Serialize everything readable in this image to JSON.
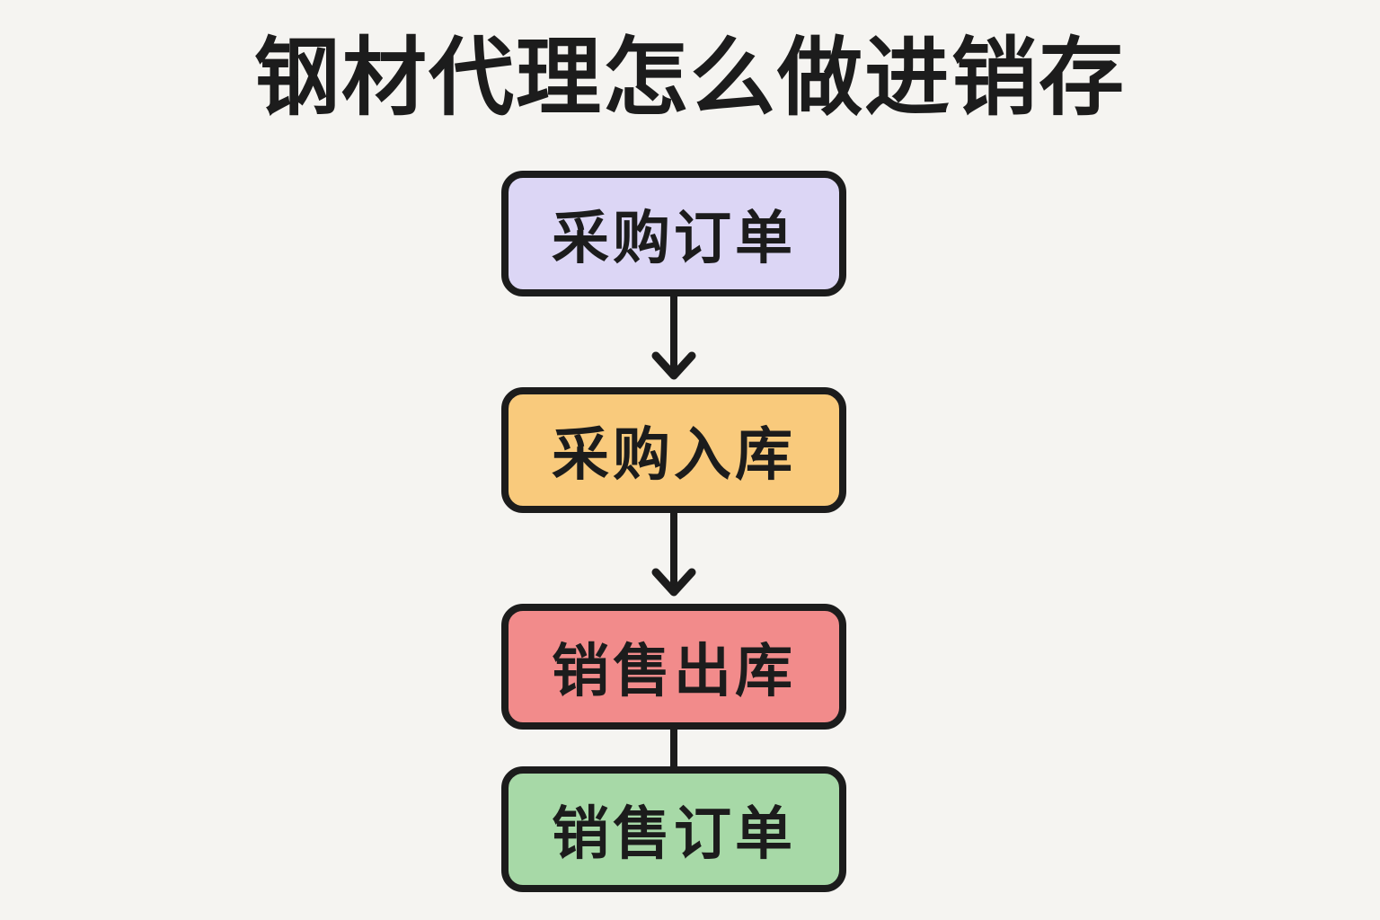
{
  "page": {
    "title": "钢材代理怎么做进销存",
    "background_color": "#f5f4f1",
    "text_color": "#1c1c1c"
  },
  "flowchart": {
    "direction": "top-to-bottom",
    "nodes": [
      {
        "id": "purchase-order",
        "label": "采购订单",
        "fill": "#dcd6f5",
        "border": "#1c1c1c"
      },
      {
        "id": "purchase-inbound",
        "label": "采购入库",
        "fill": "#f9ca7c",
        "border": "#1c1c1c"
      },
      {
        "id": "sales-outbound",
        "label": "销售出库",
        "fill": "#f28b8b",
        "border": "#1c1c1c"
      },
      {
        "id": "sales-order",
        "label": "销售订单",
        "fill": "#a7d9a7",
        "border": "#1c1c1c"
      }
    ],
    "connectors": [
      {
        "from": "purchase-order",
        "to": "purchase-inbound",
        "type": "arrow"
      },
      {
        "from": "purchase-inbound",
        "to": "sales-outbound",
        "type": "arrow"
      },
      {
        "from": "sales-outbound",
        "to": "sales-order",
        "type": "line"
      }
    ],
    "icons": {
      "arrow": "arrow-down-icon"
    }
  }
}
